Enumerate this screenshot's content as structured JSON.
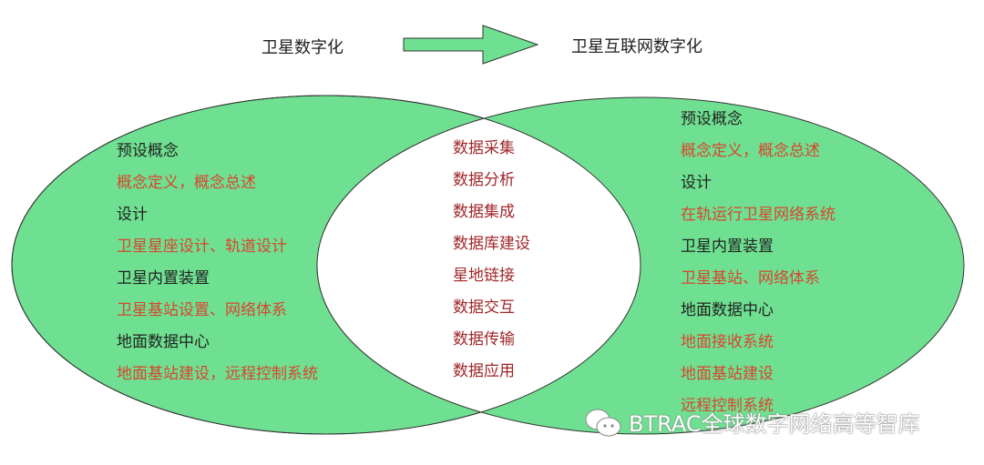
{
  "header": {
    "left_title": "卫星数字化",
    "right_title": "卫星互联网数字化"
  },
  "colors": {
    "ellipse_fill": "#6fe091",
    "heading": "#222222",
    "sub_item": "#d9452f",
    "middle_item": "#a0262a"
  },
  "left": {
    "items": [
      {
        "text": "预设概念",
        "type": "heading"
      },
      {
        "text": "概念定义，概念总述",
        "type": "sub"
      },
      {
        "text": "设计",
        "type": "heading"
      },
      {
        "text": "卫星星座设计、轨道设计",
        "type": "sub"
      },
      {
        "text": "卫星内置装置",
        "type": "heading"
      },
      {
        "text": "卫星基站设置、网络体系",
        "type": "sub"
      },
      {
        "text": "地面数据中心",
        "type": "heading"
      },
      {
        "text": "地面基站建设，远程控制系统",
        "type": "sub"
      }
    ]
  },
  "middle": {
    "items": [
      "数据采集",
      "数据分析",
      "数据集成",
      "数据库建设",
      "星地链接",
      "数据交互",
      "数据传输",
      "数据应用"
    ]
  },
  "right": {
    "items": [
      {
        "text": "预设概念",
        "type": "heading"
      },
      {
        "text": "概念定义，概念总述",
        "type": "sub"
      },
      {
        "text": "设计",
        "type": "heading"
      },
      {
        "text": "在轨运行卫星网络系统",
        "type": "sub"
      },
      {
        "text": "卫星内置装置",
        "type": "heading"
      },
      {
        "text": "卫星基站、网络体系",
        "type": "sub"
      },
      {
        "text": "地面数据中心",
        "type": "heading"
      },
      {
        "text": "地面接收系统",
        "type": "sub"
      },
      {
        "text": "地面基站建设",
        "type": "sub"
      },
      {
        "text": "远程控制系统",
        "type": "sub"
      }
    ]
  },
  "watermark": {
    "text": "BTRAC全球数字网络高等智库",
    "icon": "wechat-icon"
  }
}
